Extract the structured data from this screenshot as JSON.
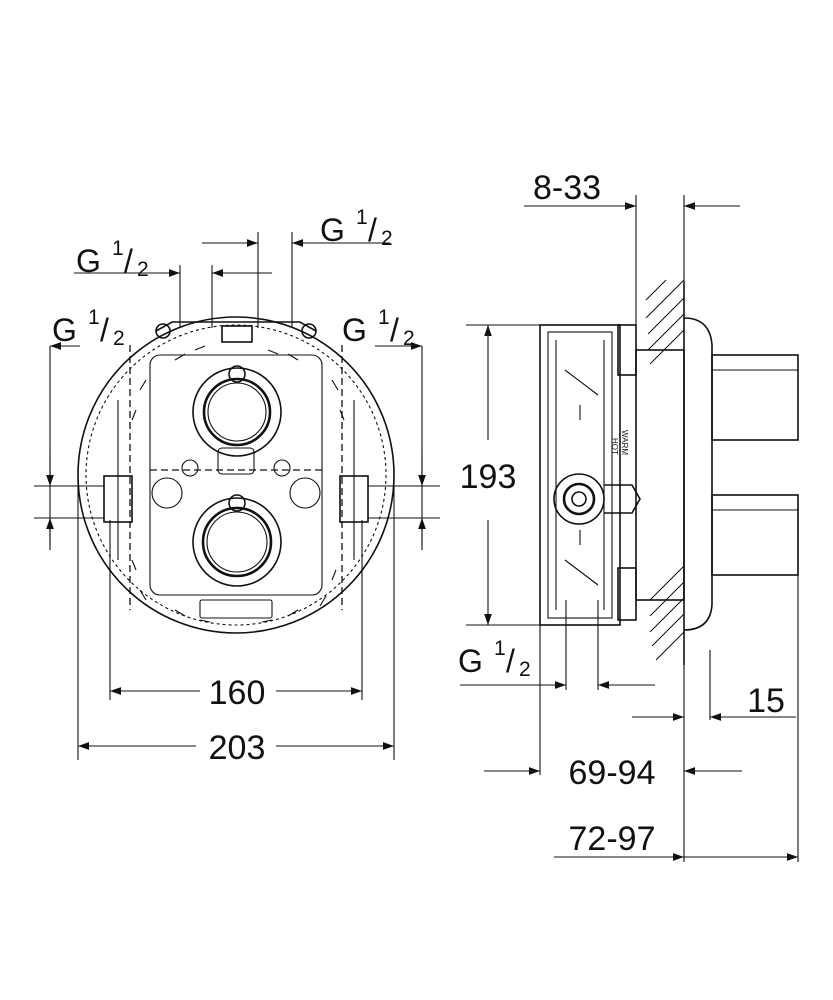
{
  "dimensions": {
    "width_160": "160",
    "width_203": "203",
    "height_193": "193",
    "depth_8_33": "8-33",
    "depth_15": "15",
    "depth_69_94": "69-94",
    "depth_72_97": "72-97"
  },
  "thread_label": {
    "g": "G",
    "num": "1",
    "slash": "/",
    "den": "2"
  },
  "valve_markings": {
    "warm": "WARM",
    "hot": "HOT"
  },
  "colors": {
    "line": "#111111",
    "background": "#ffffff"
  }
}
